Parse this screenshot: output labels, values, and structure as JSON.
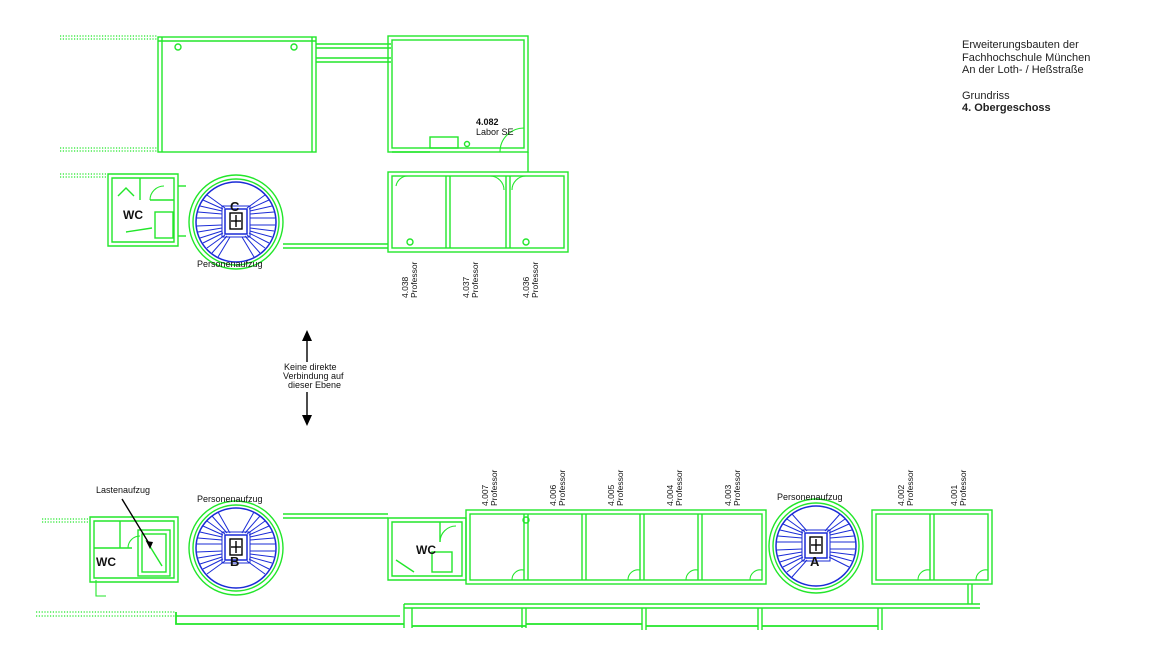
{
  "title": {
    "line1": "Erweiterungsbauten der",
    "line2": "Fachhochschule München",
    "line3": "An der Loth- / Heßstraße",
    "plan_type": "Grundriss",
    "floor": "4. Obergeschoss"
  },
  "upper_wing": {
    "lab_number": "4.082",
    "lab_name": "Labor SE",
    "stair_letter": "C",
    "elevator_label": "Personenaufzug",
    "wc_label": "WC",
    "rooms": [
      {
        "number": "4.038",
        "name": "Professor"
      },
      {
        "number": "4.037",
        "name": "Professor"
      },
      {
        "number": "4.036",
        "name": "Professor"
      }
    ]
  },
  "connection_note": {
    "line1": "Keine direkte",
    "line2": "Verbindung auf",
    "line3": "dieser Ebene"
  },
  "lower_wing": {
    "freight_elevator_label": "Lastenaufzug",
    "elevator_b_label": "Personenaufzug",
    "elevator_a_label": "Personenaufzug",
    "stair_b_letter": "B",
    "stair_a_letter": "A",
    "wc_left": "WC",
    "wc_mid": "WC",
    "rooms": [
      {
        "number": "4.007",
        "name": "Professor"
      },
      {
        "number": "4.006",
        "name": "Professor"
      },
      {
        "number": "4.005",
        "name": "Professor"
      },
      {
        "number": "4.004",
        "name": "Professor"
      },
      {
        "number": "4.003",
        "name": "Professor"
      },
      {
        "number": "4.002",
        "name": "Professor"
      },
      {
        "number": "4.001",
        "name": "Professor"
      }
    ]
  },
  "colors": {
    "walls": "#22e62a",
    "stairs": "#1a2bd6",
    "text": "#111111"
  }
}
